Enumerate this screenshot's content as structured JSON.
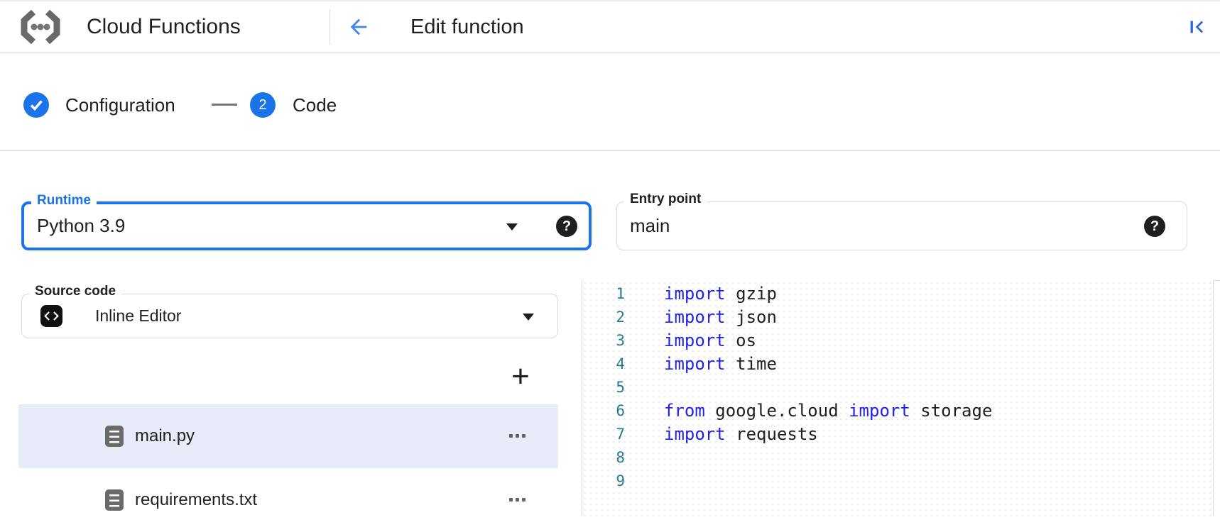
{
  "header": {
    "product_name": "Cloud Functions",
    "page_title": "Edit function"
  },
  "stepper": {
    "step1_label": "Configuration",
    "step2_number": "2",
    "step2_label": "Code"
  },
  "fields": {
    "runtime": {
      "label": "Runtime",
      "value": "Python 3.9",
      "help_icon": "?"
    },
    "entry_point": {
      "label": "Entry point",
      "value": "main",
      "help_icon": "?"
    },
    "source_code": {
      "label": "Source code",
      "value": "Inline Editor"
    }
  },
  "file_browser": {
    "add_button_label": "+",
    "files": [
      {
        "name": "main.py",
        "selected": true
      },
      {
        "name": "requirements.txt",
        "selected": false
      }
    ]
  },
  "editor": {
    "language": "python",
    "lines": [
      {
        "n": "1",
        "tokens": [
          [
            "import",
            "kw"
          ],
          [
            " gzip",
            "pl"
          ]
        ]
      },
      {
        "n": "2",
        "tokens": [
          [
            "import",
            "kw"
          ],
          [
            " json",
            "pl"
          ]
        ]
      },
      {
        "n": "3",
        "tokens": [
          [
            "import",
            "kw"
          ],
          [
            " os",
            "pl"
          ]
        ]
      },
      {
        "n": "4",
        "tokens": [
          [
            "import",
            "kw"
          ],
          [
            " time",
            "pl"
          ]
        ]
      },
      {
        "n": "5",
        "tokens": []
      },
      {
        "n": "6",
        "tokens": [
          [
            "from",
            "kw"
          ],
          [
            " google.cloud ",
            "pl"
          ],
          [
            "import",
            "kw"
          ],
          [
            " storage",
            "pl"
          ]
        ]
      },
      {
        "n": "7",
        "tokens": [
          [
            "import",
            "kw"
          ],
          [
            " requests",
            "pl"
          ]
        ]
      },
      {
        "n": "8",
        "tokens": []
      },
      {
        "n": "9",
        "tokens": []
      }
    ]
  },
  "colors": {
    "accent_blue": "#1a73e8",
    "back_arrow_blue": "#4285f4",
    "collapse_icon_blue": "#3367d6",
    "keyword_blue": "#2222ee",
    "line_number_teal": "#237893",
    "selected_row_bg": "#e7ecf8",
    "divider_grey": "#dadce0",
    "file_icon_grey": "#6b6b6b",
    "text_dark": "#202124"
  }
}
